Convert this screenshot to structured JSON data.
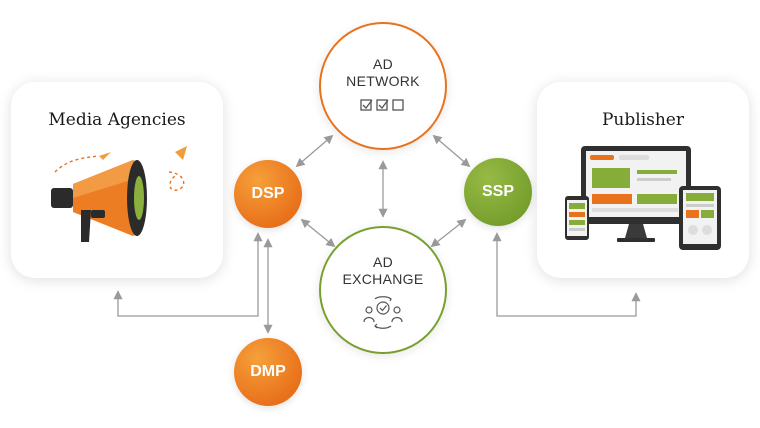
{
  "nodes": {
    "agencies": {
      "label": "Media Agencies"
    },
    "publisher": {
      "label": "Publisher"
    },
    "ad_network": {
      "line1": "AD",
      "line2": "NETWORK"
    },
    "ad_exchange": {
      "line1": "AD",
      "line2": "EXCHANGE"
    },
    "dsp": {
      "label": "DSP"
    },
    "ssp": {
      "label": "SSP"
    },
    "dmp": {
      "label": "DMP"
    }
  },
  "colors": {
    "orange": "#e9721c",
    "green": "#78a02e",
    "connector": "#9a9a9a",
    "card_shadow": "#d9d9d9"
  },
  "icons": {
    "agencies": "megaphone-icon",
    "publisher": "devices-icon",
    "ad_network": "checklist-icon",
    "ad_exchange": "people-exchange-icon"
  }
}
